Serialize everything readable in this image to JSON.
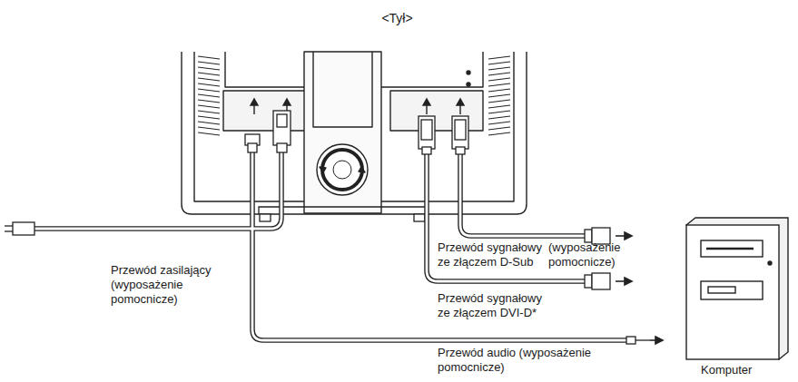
{
  "diagram": {
    "title": "<Tył>",
    "labels": [
      "Przewód zasilający (wyposażenie pomocnicze)",
      "Przewód sygnałowy ze złączem D-Sub",
      "(wyposażenie pomocnicze)",
      "Przewód sygnałowy ze złączem DVI-D*",
      "Przewód audio (wyposażenie pomocnicze)",
      "Komputer"
    ]
  }
}
